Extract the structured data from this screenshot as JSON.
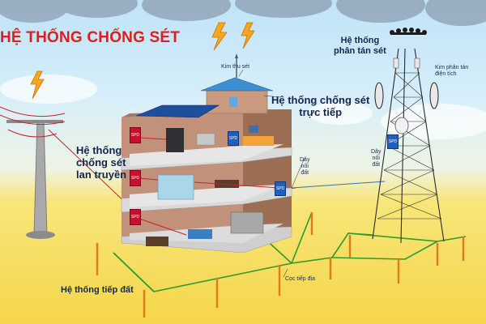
{
  "title": "HỆ THỐNG CHỐNG SÉT",
  "labels": {
    "kim_thu_set": "Kim thu sét",
    "he_thong_phan_tan_set": "Hệ thống\nphân tán sét",
    "kim_phan_tan_dien_tich": "Kim phân tán\nđiện tích",
    "he_thong_chong_set_truc_tiep": "Hệ thống chống sét\ntrực tiếp",
    "he_thong_chong_set_lan_truyen": "Hệ thống\nchống sét\nlan truyền",
    "day_noi_dat_building": "Dây\nnối\nđất",
    "day_noi_dat_tower": "Dây\nnối\nđất",
    "coc_tiep_dia": "Cọc tiếp địa",
    "he_thong_tiep_dat": "Hệ thống tiếp đất"
  },
  "spd_label": "SPD",
  "colors": {
    "title": "#e11c1c",
    "label": "#16254f",
    "ground_wire": "#2e9b2e",
    "rod": "#e07a1a",
    "lightning": "#f6a81a",
    "wall": "#b8866a",
    "roof": "#3e8fd1"
  }
}
